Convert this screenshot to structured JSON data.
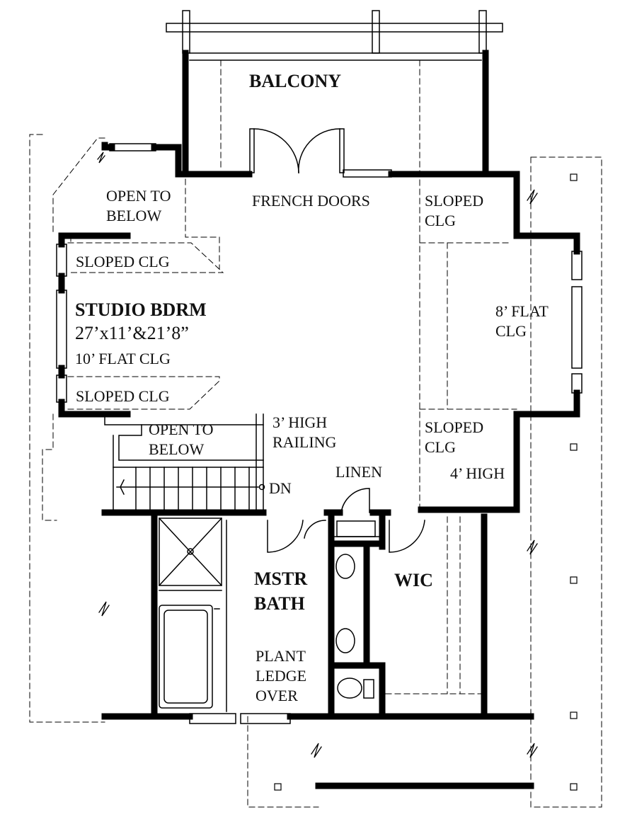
{
  "labels": {
    "balcony": "BALCONY",
    "french_doors": "FRENCH DOORS",
    "open_to_below_top_1": "OPEN TO",
    "open_to_below_top_2": "BELOW",
    "sloped_clg_left_top": "SLOPED CLG",
    "studio_bdrm": "STUDIO BDRM",
    "studio_dims": "27’x11’&21’8”",
    "flat_clg_10": "10’ FLAT CLG",
    "sloped_clg_left_bottom": "SLOPED CLG",
    "open_to_below_mid_1": "OPEN TO",
    "open_to_below_mid_2": "BELOW",
    "railing_1": "3’ HIGH",
    "railing_2": "RAILING",
    "dn": "DN",
    "linen": "LINEN",
    "sloped_clg_right_top_1": "SLOPED",
    "sloped_clg_right_top_2": "CLG",
    "flat_clg_8_1": "8’ FLAT",
    "flat_clg_8_2": "CLG",
    "sloped_clg_right_bottom_1": "SLOPED",
    "sloped_clg_right_bottom_2": "CLG",
    "four_high": "4’ HIGH",
    "mstr_bath_1": "MSTR",
    "mstr_bath_2": "BATH",
    "wic": "WIC",
    "plant_ledge_1": "PLANT",
    "plant_ledge_2": "LEDGE",
    "plant_ledge_3": "OVER"
  },
  "colors": {
    "wall": "#000000",
    "line": "#222222",
    "background": "#ffffff"
  }
}
